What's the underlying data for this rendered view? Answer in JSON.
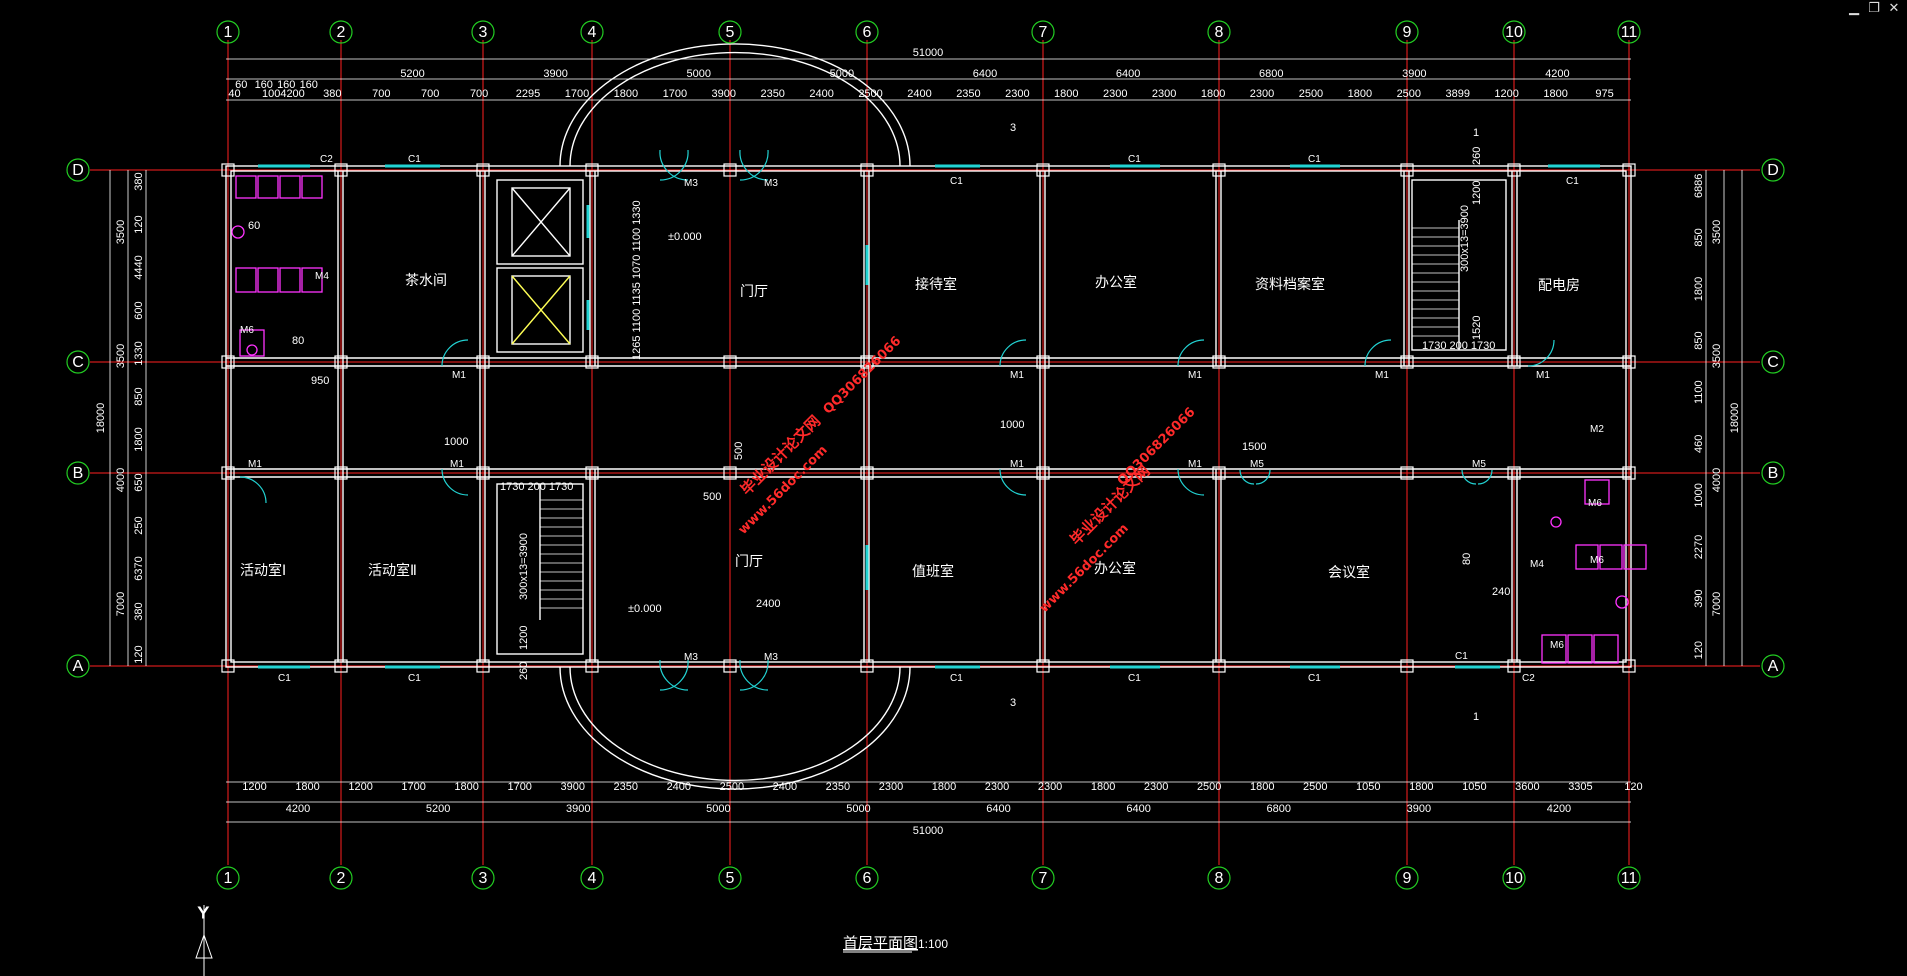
{
  "window": {
    "min_icon": "minimize-icon",
    "restore_icon": "restore-icon",
    "close_icon": "close-icon"
  },
  "title": {
    "main": "首层平面图",
    "scale": "1:100"
  },
  "colors": {
    "wall": "#ffffff",
    "grid_line": "#ff2020",
    "dim": "#ffffff",
    "window": "#22d3d3",
    "axis_circle": "#22cc22",
    "toilet": "#ff33ff",
    "stair": "#ffffff"
  },
  "axes": {
    "columns": [
      "1",
      "2",
      "3",
      "4",
      "5",
      "6",
      "7",
      "8",
      "9",
      "10",
      "11"
    ],
    "rows": [
      "D",
      "C",
      "B",
      "A"
    ]
  },
  "dimensions": {
    "top_total": "51000",
    "top_spans": [
      "5200",
      "3900",
      "5000",
      "5000",
      "6400",
      "6400",
      "6800",
      "3900",
      "4200"
    ],
    "top_detail": [
      "40",
      "1004200",
      "380",
      "700",
      "700",
      "700",
      "2295",
      "1700",
      "1800",
      "1700",
      "3900",
      "2350",
      "2400",
      "2500",
      "2400",
      "2350",
      "2300",
      "1800",
      "2300",
      "2300",
      "1800",
      "2300",
      "2500",
      "1800",
      "2500",
      "3899",
      "1200",
      "1800",
      "975"
    ],
    "top_small": [
      "60",
      "160",
      "160",
      "160"
    ],
    "bottom_detail": [
      "1200",
      "1800",
      "1200",
      "1700",
      "1800",
      "1700",
      "3900",
      "2350",
      "2400",
      "2500",
      "2400",
      "2350",
      "2300",
      "1800",
      "2300",
      "2300",
      "1800",
      "2300",
      "2500",
      "1800",
      "2500",
      "1050",
      "1800",
      "1050",
      "3600",
      "3305",
      "120"
    ],
    "bottom_spans": [
      "4200",
      "5200",
      "3900",
      "5000",
      "5000",
      "6400",
      "6400",
      "6800",
      "3900",
      "4200"
    ],
    "bottom_total": "51000",
    "left_total": "18000",
    "left_outer": [
      "3500",
      "3500",
      "4000",
      "7000"
    ],
    "left_inner": [
      "380",
      "120",
      "4440",
      "600",
      "1330",
      "850",
      "1800",
      "650",
      "250",
      "6370",
      "380",
      "120"
    ],
    "right_outer": [
      "3500",
      "3500",
      "4000",
      "7000"
    ],
    "right_inner": [
      "6886",
      "850",
      "1800",
      "850",
      "1100",
      "460",
      "1000",
      "2270",
      "390",
      "120"
    ],
    "right_total": "18000"
  },
  "rooms": {
    "tea": "茶水间",
    "hall_n": "门厅",
    "reception": "接待室",
    "office_n": "办公室",
    "archive": "资料档案室",
    "power": "配电房",
    "act1": "活动室Ⅰ",
    "act2": "活动室Ⅱ",
    "hall_s": "门厅",
    "duty": "值班室",
    "office_s": "办公室",
    "meeting": "会议室"
  },
  "labels": {
    "c1": "C1",
    "c2": "C2",
    "m1": "M1",
    "m2": "M2",
    "m3": "M3",
    "m4": "M4",
    "m5": "M5",
    "m6": "M6",
    "level_n": "±0.000",
    "level_s": "±0.000",
    "stair_n": "300x13=3900",
    "stair_s": "300x13=3900",
    "sec_1": "1",
    "sec_3": "3",
    "d950": "950",
    "d1000": "1000",
    "d1000b": "1000",
    "d1500": "1500",
    "d2400": "2400",
    "d500a": "500",
    "d500b": "500",
    "d1730": "1730 200 1730",
    "d1730b": "1730 200 1730",
    "d1200": "1200",
    "d1200b": "1200",
    "d1520": "1520",
    "d260": "260",
    "d260b": "260",
    "d60": "60",
    "d80": "80",
    "d240": "240",
    "d80b": "80",
    "vert_n": "1265 1100 1135 1070 1100 1330",
    "y_axis": "Y"
  },
  "watermarks": {
    "a1": "毕业设计论文网",
    "a2": "www.56doc.com",
    "a3": "QQ306826066",
    "b1": "毕业设计论文网",
    "b2": "www.56doc.com",
    "b3": "QQ306826066"
  }
}
